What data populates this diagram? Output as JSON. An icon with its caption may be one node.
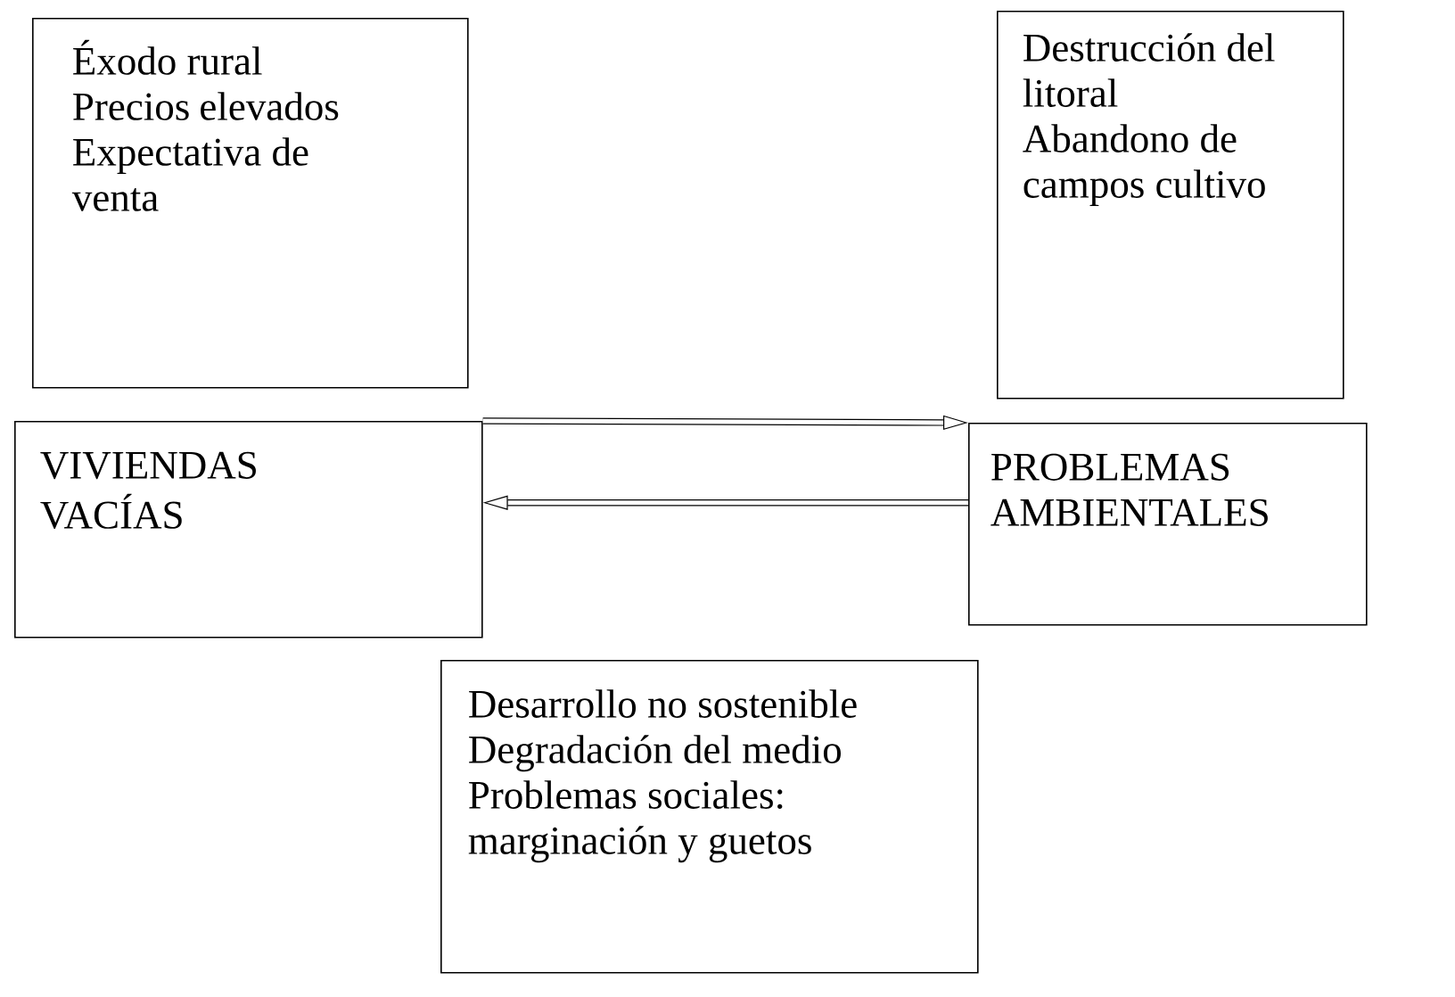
{
  "diagram": {
    "nodes": [
      {
        "text": [
          "Éxodo rural",
          "Precios elevados",
          "Expectativa de venta"
        ]
      },
      {
        "text": [
          "Destrucción del litoral",
          "Abandono de campos cultivo"
        ]
      },
      {
        "text": [
          "VIVIENDAS VACÍAS"
        ]
      },
      {
        "text": [
          "PROBLEMAS AMBIENTALES"
        ]
      },
      {
        "text": [
          "Desarrollo no sostenible",
          "Degradación del medio",
          "Problemas sociales: marginación y guetos"
        ]
      }
    ],
    "edges": [
      {
        "from": 2,
        "to": 3,
        "arrow": "to"
      },
      {
        "from": 3,
        "to": 2,
        "arrow": "to"
      }
    ]
  }
}
